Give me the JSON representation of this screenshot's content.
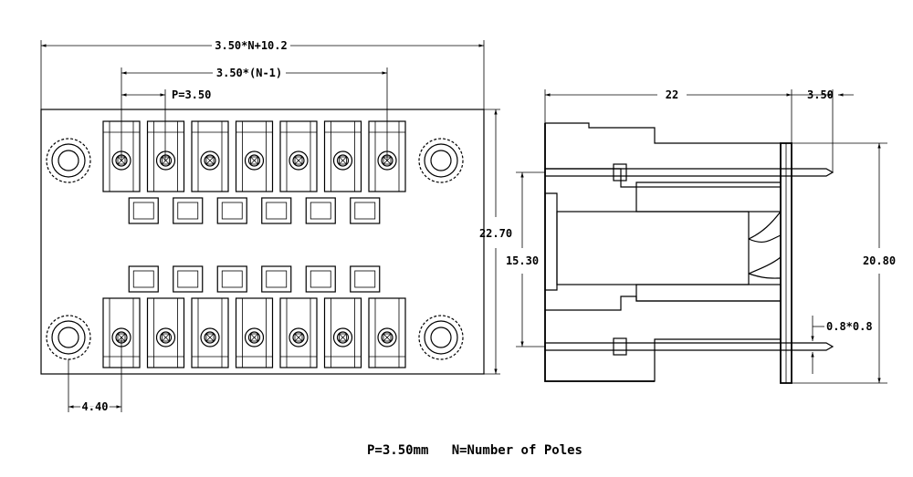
{
  "front_view": {
    "overall_width": "3.50*N+10.2",
    "span": "3.50*(N-1)",
    "pitch": "P=3.50",
    "height": "22.70",
    "flange_offset": "4.40",
    "poles_per_row": 7,
    "windows_per_row": 6
  },
  "side_view": {
    "length": "22",
    "pitch": "3.50",
    "pin_spacing": "15.30",
    "overall_height": "20.80",
    "pin_section": "0.8*0.8"
  },
  "caption": "P=3.50mm   N=Number of Poles"
}
